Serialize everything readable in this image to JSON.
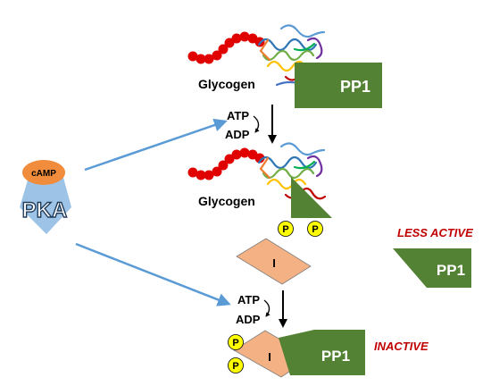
{
  "diagram": {
    "labels": {
      "camp": "cAMP",
      "pka": "PKA",
      "glycogen_top": "Glycogen",
      "glycogen_mid": "Glycogen",
      "pp1_top": "PP1",
      "pp1_less": "PP1",
      "pp1_inactive": "PP1",
      "atp_top": "ATP",
      "adp_top": "ADP",
      "atp_bottom": "ATP",
      "adp_bottom": "ADP",
      "inhibitor_top": "I",
      "inhibitor_bottom": "I",
      "phospho": "P",
      "less_active": "LESS ACTIVE",
      "inactive": "INACTIVE"
    },
    "colors": {
      "pp1_green": "#548235",
      "inhibitor_peach": "#f4b183",
      "phospho_yellow": "#ffff00",
      "camp_orange": "#f08c3c",
      "pka_blue": "#9dc3e6",
      "arrow_blue": "#5b9bd5",
      "glycogen_red": "#e00000",
      "status_red": "#c00000"
    }
  }
}
